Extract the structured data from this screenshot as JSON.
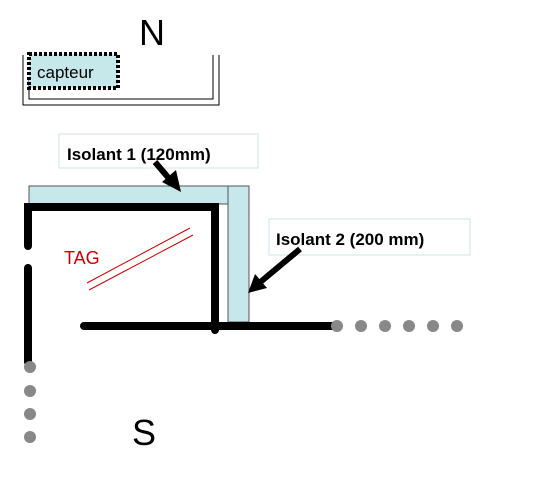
{
  "labels": {
    "north": "N",
    "south": "S",
    "sensor": "capteur",
    "insulation_1": "Isolant 1 (120mm)",
    "insulation_2": "Isolant 2 (200 mm)",
    "tag": "TAG"
  },
  "colors": {
    "wall": "#000000",
    "insulation_fill": "#c6e8ea",
    "insulation_border": "#555555",
    "label_box_border": "#cfe3e8",
    "dotted_wall": "#888888",
    "tag_text": "#cc0000",
    "tag_lines": "#cc0000",
    "sensor_fill": "#c6e8ea"
  }
}
